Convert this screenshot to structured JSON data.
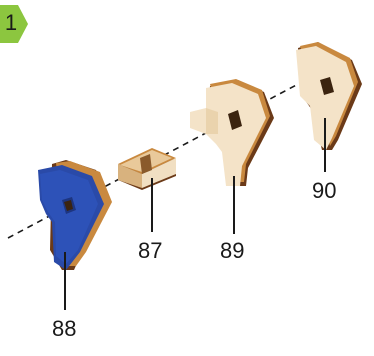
{
  "step": {
    "number": "1",
    "badge_color": "#8cc63f"
  },
  "parts": [
    {
      "id": "88",
      "name": "blue-piece",
      "color": "#2a4aa8"
    },
    {
      "id": "87",
      "name": "small-block",
      "color": "#f1dfc2"
    },
    {
      "id": "89",
      "name": "wood-piece-front",
      "color": "#f4e3c8"
    },
    {
      "id": "90",
      "name": "wood-piece-back",
      "color": "#f4e3c8"
    }
  ],
  "colors": {
    "wood_light": "#f4e3c8",
    "wood_edge": "#c9893f",
    "wood_dark": "#6b3a18",
    "blue": "#2a4aa8",
    "blue_dark": "#1d3580",
    "assembly_axis": "#1a1a1a"
  }
}
